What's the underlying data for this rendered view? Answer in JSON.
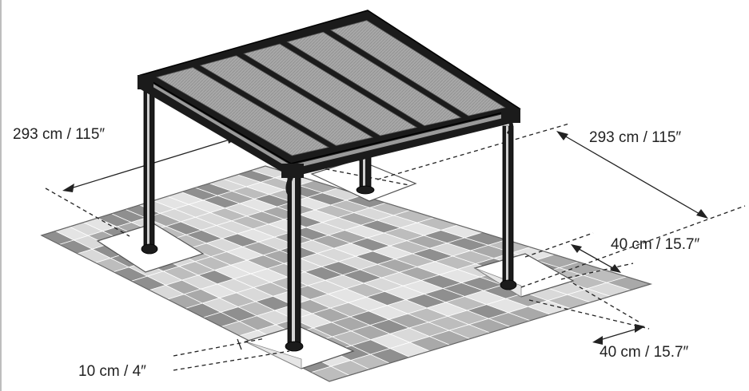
{
  "dimensions": {
    "width_left": "293 cm / 115″",
    "width_right": "293 cm / 115″",
    "post_setback_depth": "40 cm / 15.7″",
    "post_setback_width": "40 cm / 15.7″",
    "footing_depth": "10 cm / 4″"
  },
  "colors": {
    "frame": "#1b1b1b",
    "roof_panel": "#9e9e9e",
    "paver_light": "#d9d9d9",
    "paver_mid": "#bdbdbd",
    "paver_dark": "#8f8f8f",
    "footing": "#ffffff"
  }
}
